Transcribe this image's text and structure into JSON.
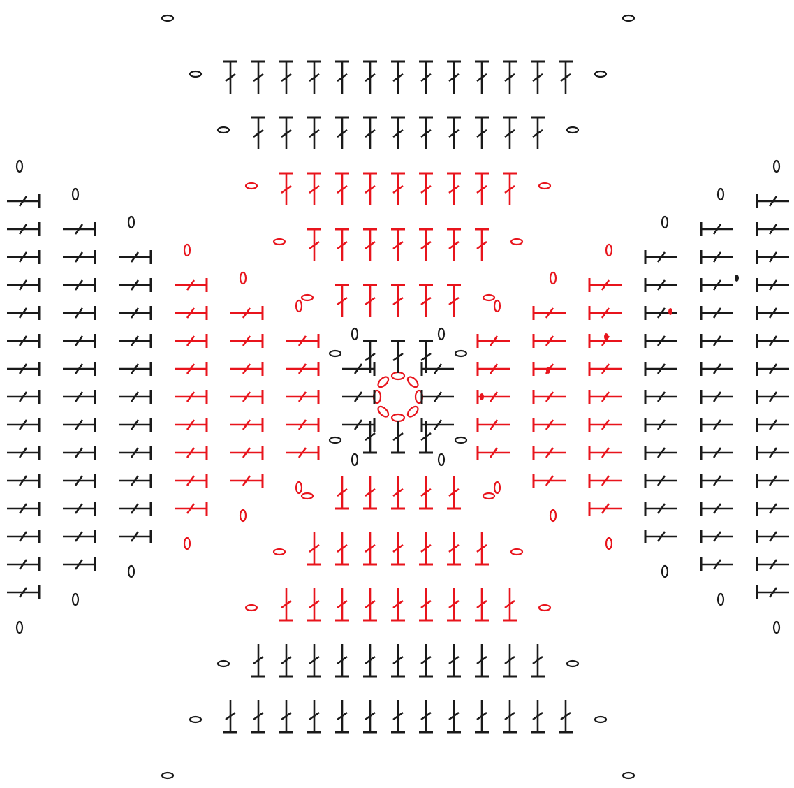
{
  "diagram": {
    "kind": "crochet granny-square chart",
    "rounds": 7,
    "colors": {
      "highlight": "#e8141c",
      "default": "#1a1a1a",
      "background": "#ffffff"
    },
    "symbols": [
      "double-crochet",
      "chain-stitch",
      "slip-stitch"
    ],
    "highlighted_rounds": [
      2,
      3,
      4
    ],
    "stitches_per_side": [
      3,
      5,
      7,
      9,
      11,
      13,
      15
    ]
  }
}
